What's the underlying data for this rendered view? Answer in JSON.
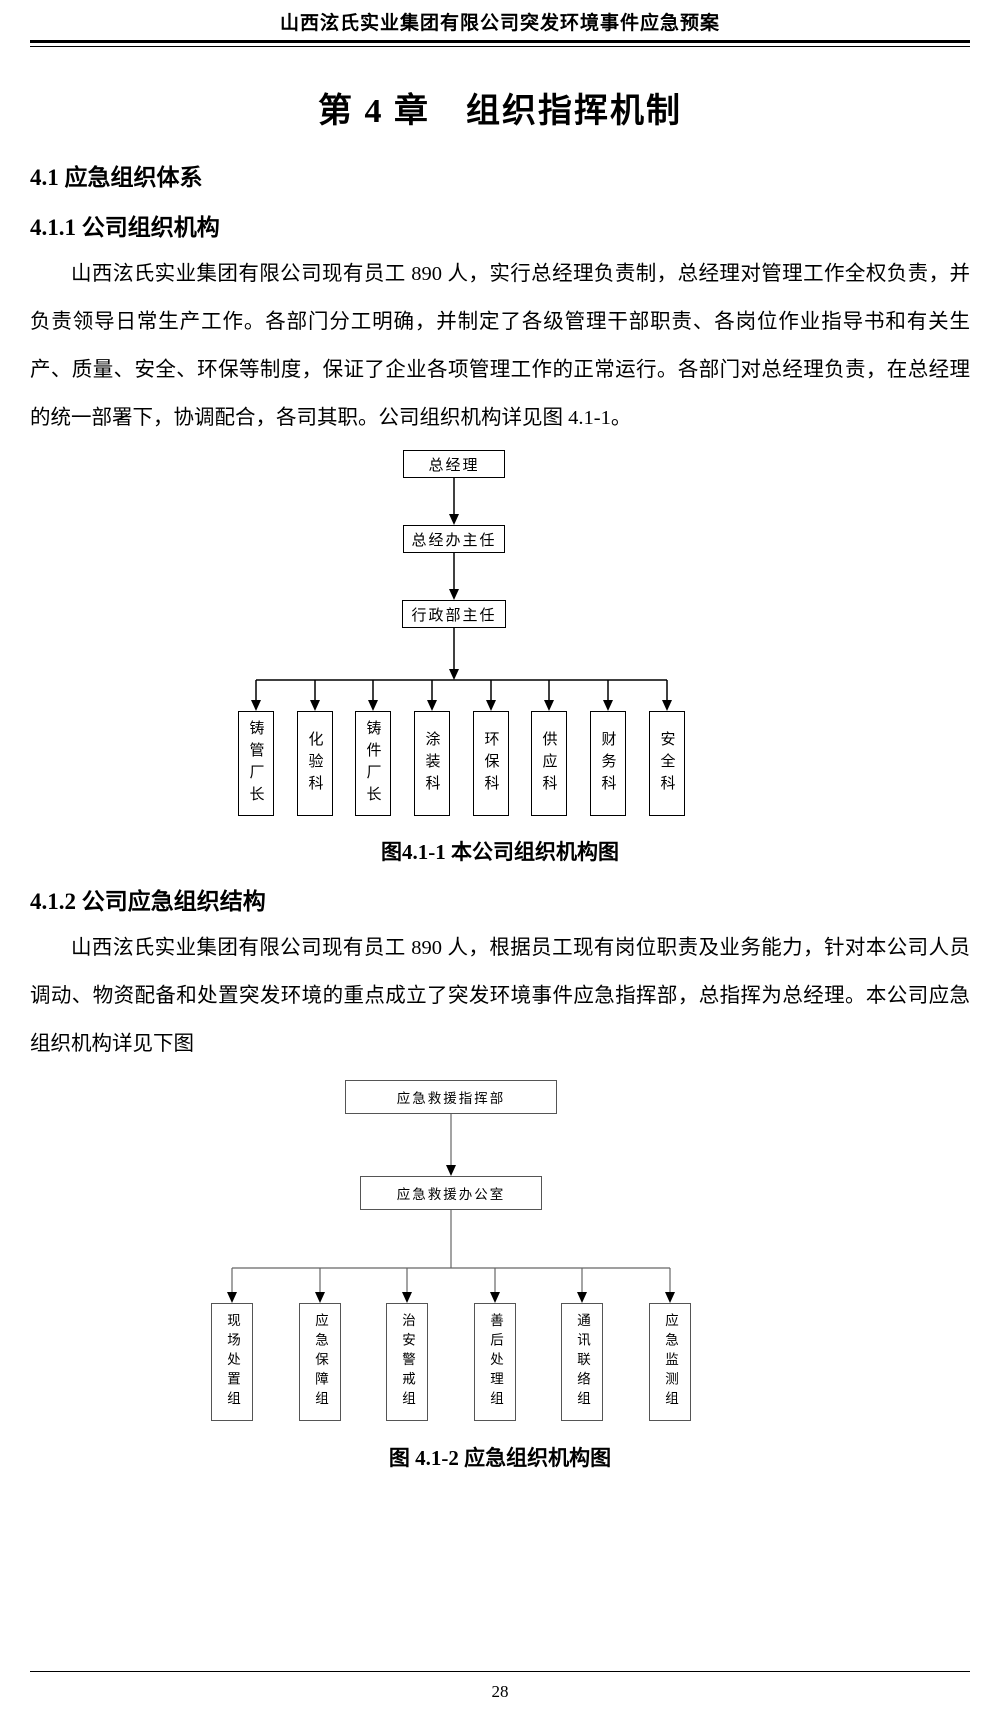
{
  "page": {
    "header": "山西泫氏实业集团有限公司突发环境事件应急预案",
    "page_number": "28"
  },
  "chapter_title": "第 4 章　组织指挥机制",
  "sections": {
    "s41": "4.1 应急组织体系",
    "s411": "4.1.1 公司组织机构",
    "s412": "4.1.2 公司应急组织结构"
  },
  "paragraphs": {
    "p1": "山西泫氏实业集团有限公司现有员工 890 人，实行总经理负责制，总经理对管理工作全权负责，并负责领导日常生产工作。各部门分工明确，并制定了各级管理干部职责、各岗位作业指导书和有关生产、质量、安全、环保等制度，保证了企业各项管理工作的正常运行。各部门对总经理负责，在总经理的统一部署下，协调配合，各司其职。公司组织机构详见图 4.1-1。",
    "p2": "山西泫氏实业集团有限公司现有员工 890 人，根据员工现有岗位职责及业务能力，针对本公司人员调动、物资配备和处置突发环境的重点成立了突发环境事件应急指挥部，总指挥为总经理。本公司应急组织机构详见下图"
  },
  "chart1": {
    "caption": "图4.1-1    本公司组织机构图",
    "level1": "总经理",
    "level2": "总经办主任",
    "level3": "行政部主任",
    "departments": [
      "铸管厂长",
      "化验科",
      "铸件厂长",
      "涂装科",
      "环保科",
      "供应科",
      "财务科",
      "安全科"
    ]
  },
  "chart2": {
    "caption": "图 4.1-2    应急组织机构图",
    "level1": "应急救援指挥部",
    "level2": "应急救援办公室",
    "groups": [
      "现场处置组",
      "应急保障组",
      "治安警戒组",
      "善后处理组",
      "通讯联络组",
      "应急监测组"
    ]
  }
}
